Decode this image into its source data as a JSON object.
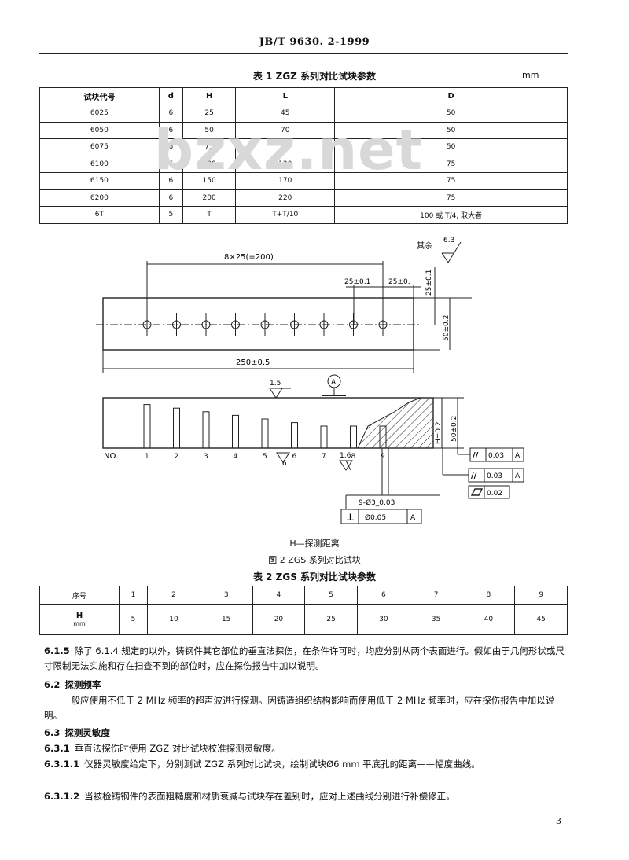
{
  "header": {
    "standard": "JB/T 9630. 2-1999"
  },
  "table1": {
    "caption": "表 1   ZGZ 系列对比试块参数",
    "unit": "mm",
    "columns": [
      "试块代号",
      "d",
      "H",
      "L",
      "D"
    ],
    "rows": [
      [
        "6025",
        "6",
        "25",
        "45",
        "50"
      ],
      [
        "6050",
        "6",
        "50",
        "70",
        "50"
      ],
      [
        "6075",
        "6",
        "75",
        "99",
        "50"
      ],
      [
        "6100",
        "6",
        "100",
        "120",
        "75"
      ],
      [
        "6150",
        "6",
        "150",
        "170",
        "75"
      ],
      [
        "6200",
        "6",
        "200",
        "220",
        "75"
      ],
      [
        "6T",
        "5",
        "T",
        "T+T/10",
        "100 或 T/4, 取大者"
      ]
    ]
  },
  "watermark": "bzxz.net",
  "figure2": {
    "labels": {
      "roughness_other_text": "其余",
      "roughness_other_value": "6.3",
      "dim_pitch": "8×25(=200)",
      "dim_spacing1": "25±0.1",
      "dim_spacing2": "25±0.",
      "dim_top": "25±0.1",
      "dim_height": "50±0.2",
      "dim_length": "250±0.5",
      "rough_top": "1.5",
      "datum": "A",
      "no_label": "NO.",
      "rough_mid": ".6",
      "rough_side": "1.6",
      "dim_right1": "H±0.2",
      "dim_right2": "50±0.2",
      "tol_par1_sym": "//",
      "tol_par1_val": "0.03",
      "tol_par1_ref": "A",
      "tol_par2_sym": "//",
      "tol_par2_val": "0.03",
      "tol_par2_ref": "A",
      "tol_flat_val": "0.02",
      "hole_spec": "9-Ø3_0.03",
      "tol_perp_sym": "⊥",
      "tol_perp_val": "Ø0.05",
      "tol_perp_ref": "A"
    },
    "hole_numbers": [
      "1",
      "2",
      "3",
      "4",
      "5",
      "6",
      "7",
      "8",
      "9"
    ],
    "note": "H—探测距离",
    "caption": "图 2   ZGS 系列对比试块"
  },
  "table2": {
    "caption": "表 2   ZGS 系列对比试块参数",
    "header_label": "序号",
    "value_label": "H",
    "value_unit": "mm",
    "numbers": [
      "1",
      "2",
      "3",
      "4",
      "5",
      "6",
      "7",
      "8",
      "9"
    ],
    "values": [
      "5",
      "10",
      "15",
      "20",
      "25",
      "30",
      "35",
      "40",
      "45"
    ]
  },
  "text": [
    {
      "num": "6.1.5",
      "body": "除了 6.1.4 规定的以外，铸钢件其它部位的垂直法探伤，在条件许可时，均应分别从两个表面进行。假如由于几何形状或尺寸限制无法实施和存在扫查不到的部位时，应在探伤报告中加以说明。"
    },
    {
      "num": "6.2",
      "body": "探测频率",
      "heading": true
    },
    {
      "num": "",
      "body": "一般应使用不低于 2 MHz 频率的超声波进行探测。因铸造组织结构影响而使用低于 2 MHz 频率时，应在探伤报告中加以说明。",
      "indent": true
    },
    {
      "num": "6.3",
      "body": "探测灵敏度",
      "heading": true
    },
    {
      "num": "6.3.1",
      "body": "垂直法探伤时使用 ZGZ 对比试块校准探测灵敏度。"
    },
    {
      "num": "6.3.1.1",
      "body": "仪器灵敏度给定下，分别测试 ZGZ 系列对比试块，绘制试块Ø6 mm 平底孔的距离——幅度曲线。"
    },
    {
      "num": "6.3.1.2",
      "body": "当被检铸钢件的表面粗糙度和材质衰减与试块存在差别时，应对上述曲线分别进行补偿修正。"
    }
  ],
  "page_number": "3"
}
